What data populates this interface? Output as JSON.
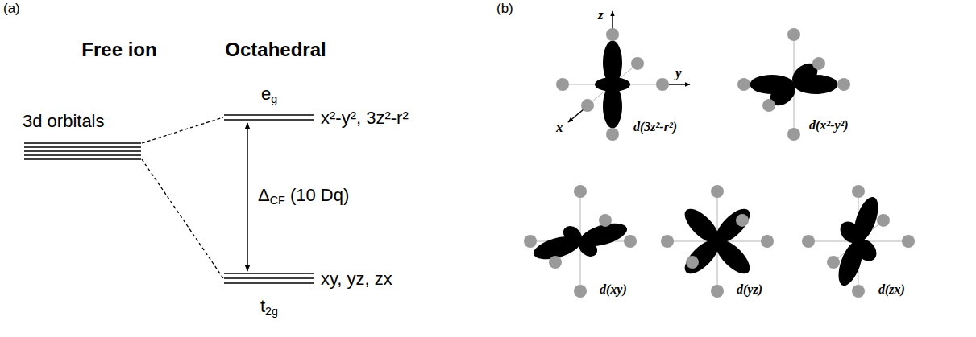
{
  "diagram": {
    "labels": [
      "(a)",
      "Free ion",
      "Octahedral",
      "3d orbitals",
      "eg",
      "x²-y², 3z²-r²",
      "ΔCF (10 Dq)",
      "xy, yz, zx",
      "t2g",
      "(b)",
      "z",
      "y",
      "x",
      "d(3z²-r²)",
      "d(x²-y²)",
      "d(xy)",
      "d(yz)",
      "d(zx)"
    ]
  }
}
